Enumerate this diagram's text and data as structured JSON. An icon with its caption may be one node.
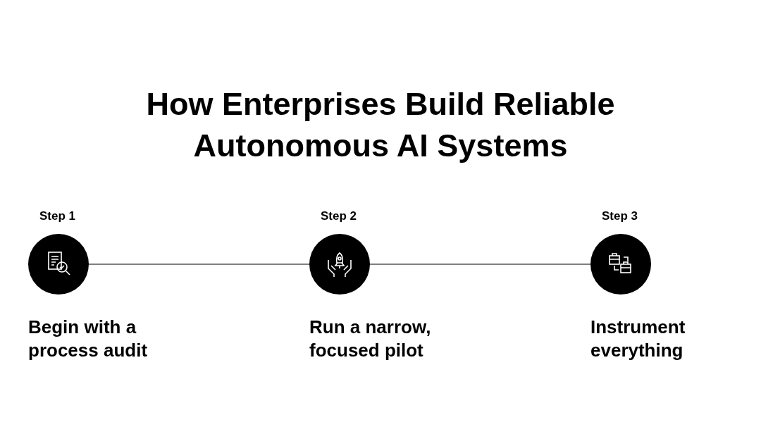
{
  "diagram": {
    "title": "How Enterprises Build Reliable Autonomous AI Systems",
    "nodes": [
      {
        "text": [
          "Step 1",
          "Begin with a process audit"
        ]
      },
      {
        "text": [
          "Step 2",
          "Run a narrow, focused pilot"
        ]
      },
      {
        "text": [
          "Step 3",
          "Instrument everything"
        ]
      }
    ],
    "edges": [
      {
        "from": 0,
        "to": 1,
        "arrow": "none"
      },
      {
        "from": 1,
        "to": 2,
        "arrow": "none"
      }
    ]
  }
}
